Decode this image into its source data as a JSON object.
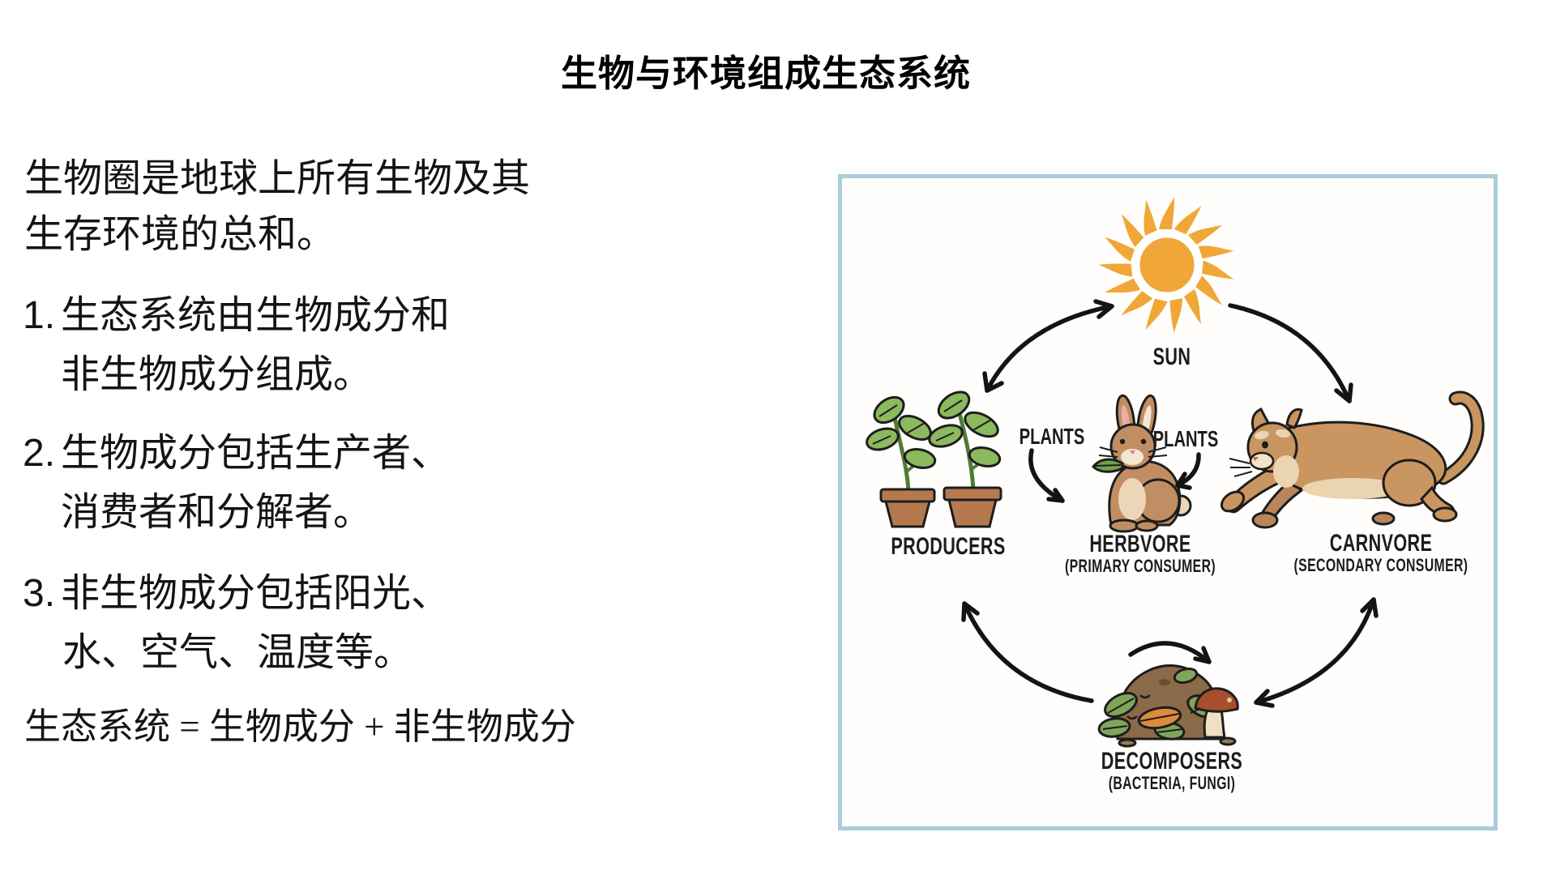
{
  "title": "生物与环境组成生态系统",
  "notes": {
    "intro": [
      "生物圈是地球上所有生物及其",
      "生存环境的总和。"
    ],
    "items": [
      {
        "num": "1.",
        "line1": "生态系统由生物成分和",
        "line2": "非生物成分组成。"
      },
      {
        "num": "2.",
        "line1": "生物成分包括生产者、",
        "line2": "消费者和分解者。"
      },
      {
        "num": "3.",
        "line1": "非生物成分包括阳光、",
        "line2": "水、空气、温度等。"
      }
    ],
    "equation": "生态系统 = 生物成分 + 非生物成分"
  },
  "diagram": {
    "sun_label": "SUN",
    "producers_label": "PRODUCERS",
    "plants_label_left": "PLANTS",
    "plants_label_right": "PLANTS",
    "herbivore": {
      "name": "HERBVORE",
      "sub": "(PRIMARY CONSUMER)"
    },
    "carnivore": {
      "name": "CARNVORE",
      "sub": "(SECONDARY CONSUMER)"
    },
    "decomposers": {
      "name": "DECOMPOSERS",
      "sub": "(BACTERIA, FUNGI)"
    },
    "colors": {
      "box_border": "#A8CDDB",
      "sun": "#F0A737",
      "plant_green": "#8CB85E",
      "pot_brown": "#B5794E",
      "rabbit_tan": "#C08E62",
      "cougar_tan": "#C99560",
      "belly_cream": "#EBD4B0",
      "compost_brown": "#8A6A48",
      "arrow_ink": "#141414"
    }
  }
}
